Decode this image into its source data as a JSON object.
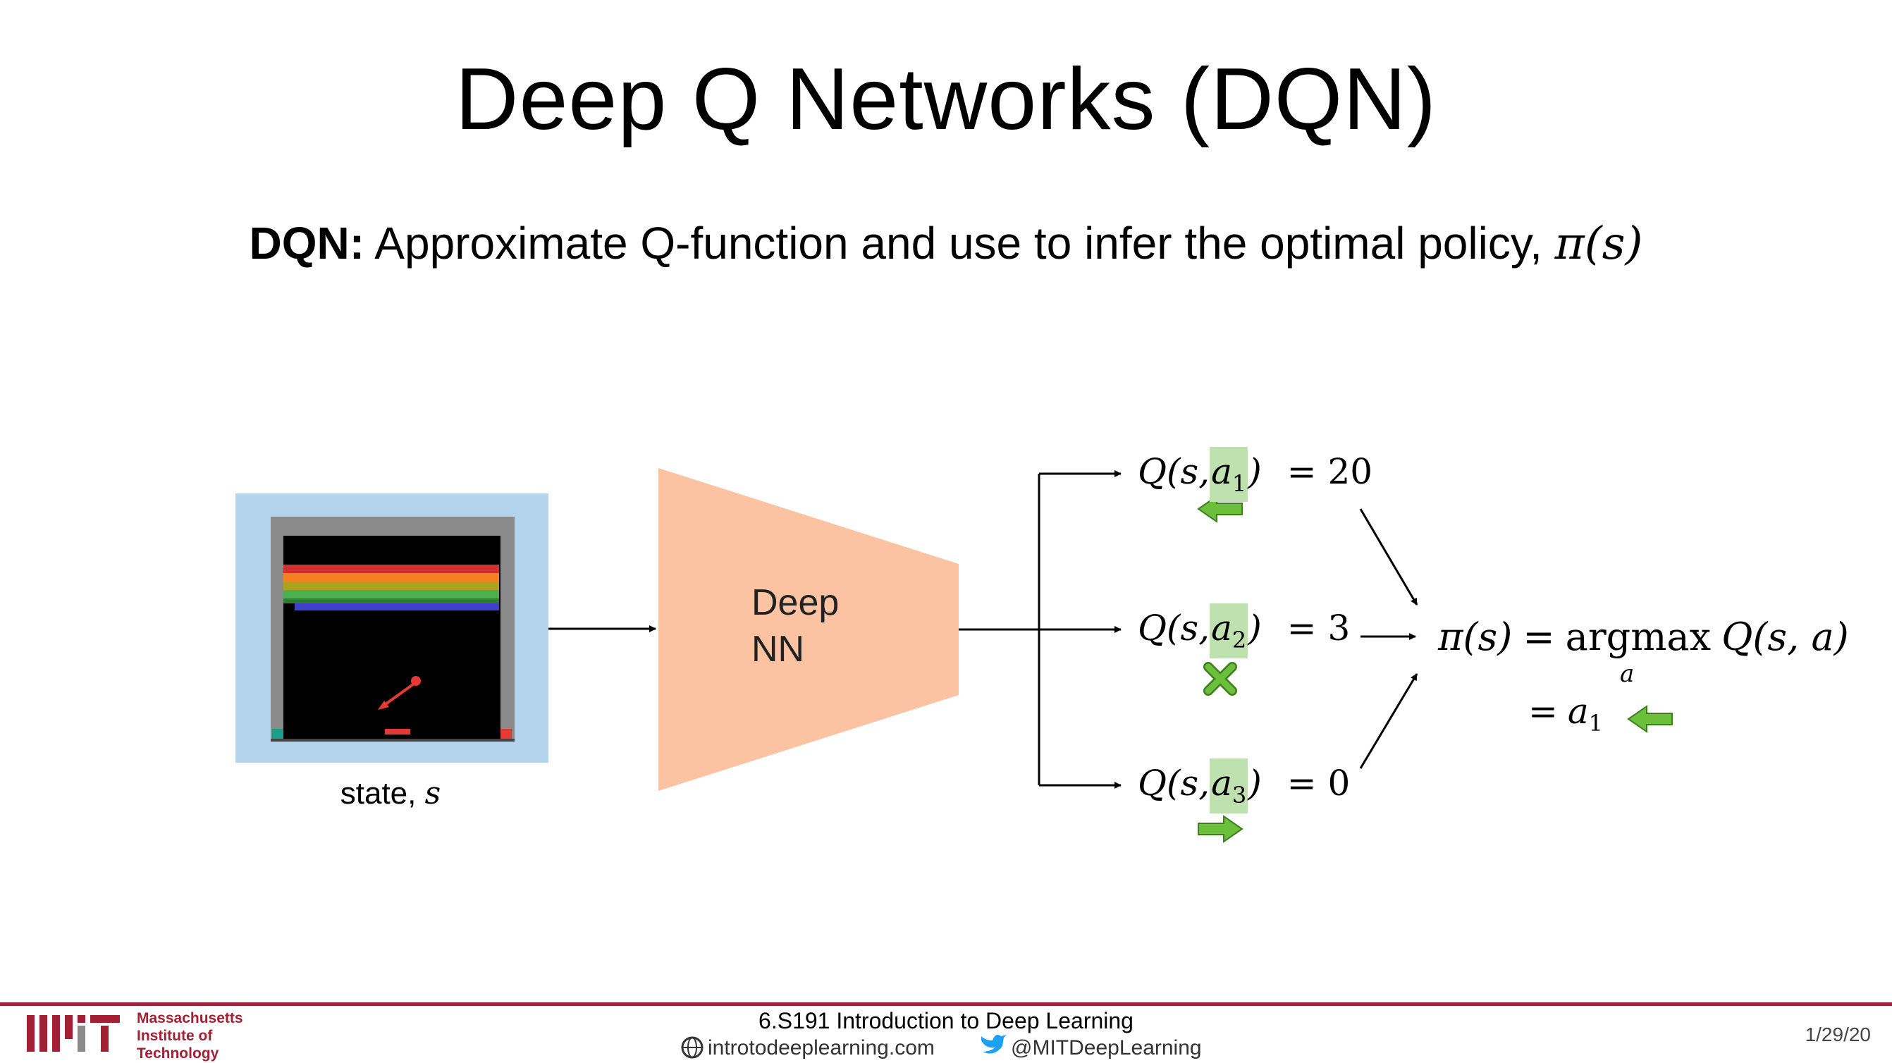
{
  "slide": {
    "title": "Deep Q Networks (DQN)",
    "subtitle_bold": "DQN:",
    "subtitle_text": "Approximate Q-function and use to infer the optimal policy,",
    "subtitle_math": "π(s)"
  },
  "diagram": {
    "state_label": "state,",
    "state_var": "s",
    "nn_label_line1": "Deep",
    "nn_label_line2": "NN",
    "q_rows": [
      {
        "prefix": "Q(s,",
        "action": "a",
        "sub": "1",
        "suffix": ")",
        "value": "= 20",
        "icon": "left-arrow-icon"
      },
      {
        "prefix": "Q(s,",
        "action": "a",
        "sub": "2",
        "suffix": ")",
        "value": "= 3",
        "icon": "x-cross-icon"
      },
      {
        "prefix": "Q(s,",
        "action": "a",
        "sub": "3",
        "suffix": ")",
        "value": "= 0",
        "icon": "right-arrow-icon"
      }
    ],
    "policy_lhs": "π(s)",
    "policy_eq": "=",
    "policy_fn": "argmax",
    "policy_rhs": "Q(s, a)",
    "policy_sub": "a",
    "policy_result_eq": "=",
    "policy_result": "a",
    "policy_result_sub": "1"
  },
  "footer": {
    "mit_line1": "Massachusetts",
    "mit_line2": "Institute of",
    "mit_line3": "Technology",
    "course": "6.S191 Introduction to Deep Learning",
    "website": "introtodeeplearning.com",
    "twitter": "@MITDeepLearning",
    "date": "1/29/20"
  },
  "colors": {
    "highlight": "#bfe1b0",
    "arrow_green": "#6bbf3a",
    "network": "#fcc3a3",
    "state_bg": "#b3d4ec",
    "mit_red": "#a31f34"
  }
}
